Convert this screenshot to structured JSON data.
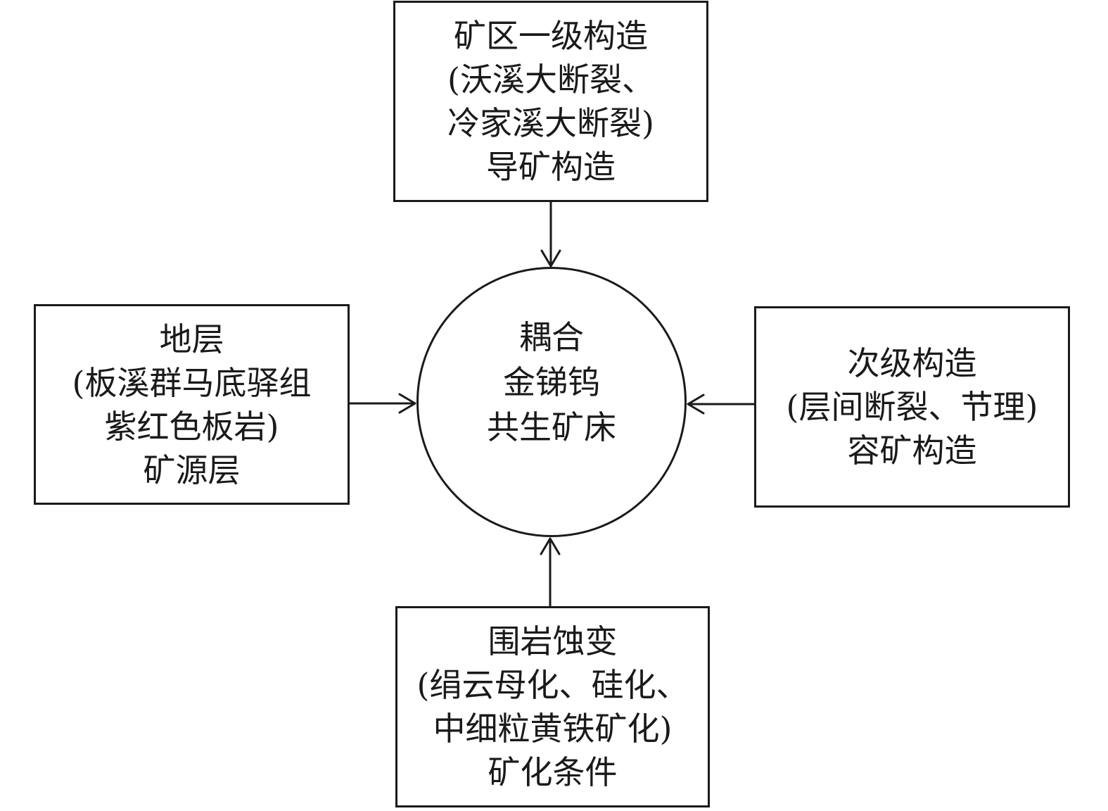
{
  "center": {
    "lines": [
      "耦合",
      "金锑钨",
      "共生矿床"
    ]
  },
  "top_box": {
    "lines": [
      "矿区一级构造",
      "(沃溪大断裂、",
      "冷家溪大断裂)",
      "导矿构造"
    ]
  },
  "left_box": {
    "lines": [
      "地层",
      "(板溪群马底驿组",
      "紫红色板岩)",
      "矿源层"
    ]
  },
  "right_box": {
    "lines": [
      "次级构造",
      "(层间断裂、节理)",
      "容矿构造"
    ]
  },
  "bottom_box": {
    "lines": [
      "围岩蚀变",
      "(绢云母化、硅化、",
      "中细粒黄铁矿化)",
      "矿化条件"
    ]
  },
  "colors": {
    "stroke": "#1a1a1a",
    "background": "#ffffff"
  }
}
